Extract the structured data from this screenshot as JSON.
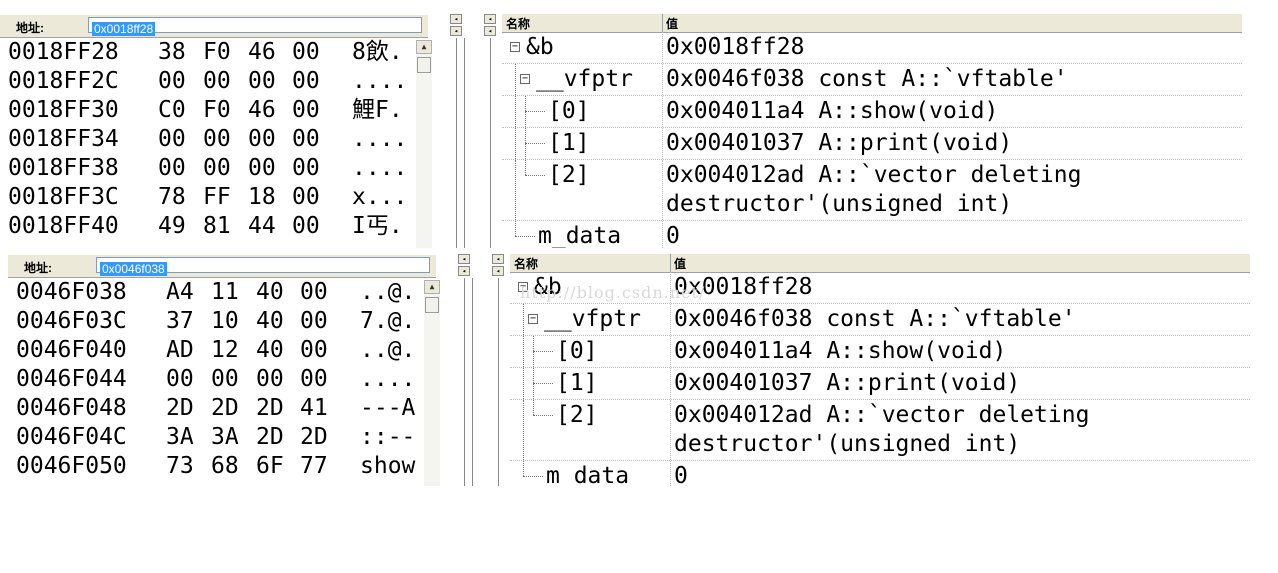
{
  "top": {
    "address_label": "地址:",
    "address_value": "0x0018ff28",
    "memory_rows": [
      {
        "addr": "0018FF28",
        "b": [
          "38",
          "F0",
          "46",
          "00"
        ],
        "ascii": "8飲."
      },
      {
        "addr": "0018FF2C",
        "b": [
          "00",
          "00",
          "00",
          "00"
        ],
        "ascii": "...."
      },
      {
        "addr": "0018FF30",
        "b": [
          "C0",
          "F0",
          "46",
          "00"
        ],
        "ascii": "鯉F."
      },
      {
        "addr": "0018FF34",
        "b": [
          "00",
          "00",
          "00",
          "00"
        ],
        "ascii": "...."
      },
      {
        "addr": "0018FF38",
        "b": [
          "00",
          "00",
          "00",
          "00"
        ],
        "ascii": "...."
      },
      {
        "addr": "0018FF3C",
        "b": [
          "78",
          "FF",
          "18",
          "00"
        ],
        "ascii": "x..."
      },
      {
        "addr": "0018FF40",
        "b": [
          "49",
          "81",
          "44",
          "00"
        ],
        "ascii": "I丐."
      }
    ],
    "watch_header": {
      "name": "名称",
      "value": "值"
    },
    "watch_rows": [
      {
        "name": "&b",
        "value": "0x0018ff28"
      },
      {
        "name": "__vfptr",
        "value": "0x0046f038 const A::`vftable'"
      },
      {
        "name": "[0]",
        "value": "0x004011a4 A::show(void)"
      },
      {
        "name": "[1]",
        "value": "0x00401037 A::print(void)"
      },
      {
        "name": "[2]",
        "value": "0x004012ad A::`vector deleting destructor'(unsigned int)"
      },
      {
        "name": "m_data",
        "value": "0"
      }
    ]
  },
  "bottom": {
    "address_label": "地址:",
    "address_value": "0x0046f038",
    "memory_rows": [
      {
        "addr": "0046F038",
        "b": [
          "A4",
          "11",
          "40",
          "00"
        ],
        "ascii": "..@."
      },
      {
        "addr": "0046F03C",
        "b": [
          "37",
          "10",
          "40",
          "00"
        ],
        "ascii": "7.@."
      },
      {
        "addr": "0046F040",
        "b": [
          "AD",
          "12",
          "40",
          "00"
        ],
        "ascii": "..@."
      },
      {
        "addr": "0046F044",
        "b": [
          "00",
          "00",
          "00",
          "00"
        ],
        "ascii": "...."
      },
      {
        "addr": "0046F048",
        "b": [
          "2D",
          "2D",
          "2D",
          "41"
        ],
        "ascii": "---A"
      },
      {
        "addr": "0046F04C",
        "b": [
          "3A",
          "3A",
          "2D",
          "2D"
        ],
        "ascii": "::--"
      },
      {
        "addr": "0046F050",
        "b": [
          "73",
          "68",
          "6F",
          "77"
        ],
        "ascii": "show"
      }
    ],
    "watch_header": {
      "name": "名称",
      "value": "值"
    },
    "watch_rows": [
      {
        "name": "&b",
        "value": "0x0018ff28"
      },
      {
        "name": "__vfptr",
        "value": "0x0046f038 const A::`vftable'"
      },
      {
        "name": "[0]",
        "value": "0x004011a4 A::show(void)"
      },
      {
        "name": "[1]",
        "value": "0x00401037 A::print(void)"
      },
      {
        "name": "[2]",
        "value": "0x004012ad A::`vector deleting destructor'(unsigned int)"
      },
      {
        "name": "m_data",
        "value": "0"
      }
    ]
  },
  "watermark": "http://blog.csdn.net/"
}
